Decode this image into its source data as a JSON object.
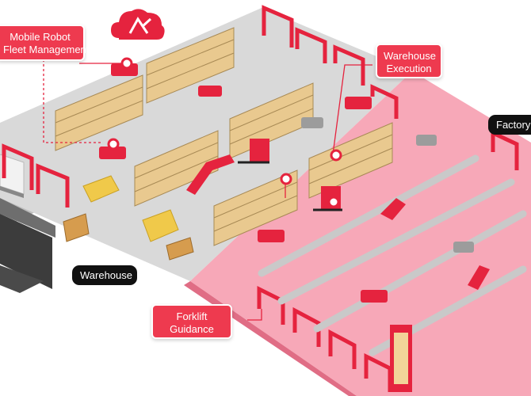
{
  "labels": {
    "mobile_robot": {
      "line1": "Mobile Robot",
      "line2": "Fleet Management"
    },
    "warehouse_execution": {
      "line1": "Warehouse",
      "line2": "Execution"
    },
    "forklift_guidance": {
      "line1": "Forklift",
      "line2": "Guidance"
    },
    "warehouse": "Warehouse",
    "factory": "Factory"
  },
  "colors": {
    "accent_red": "#ee3a4f",
    "factory_floor": "#f7a8b8",
    "warehouse_floor": "#d9d9d9",
    "wall_red": "#e5233e",
    "label_dark": "#111111"
  },
  "icons": {
    "logo": "cloud-logo-icon"
  }
}
